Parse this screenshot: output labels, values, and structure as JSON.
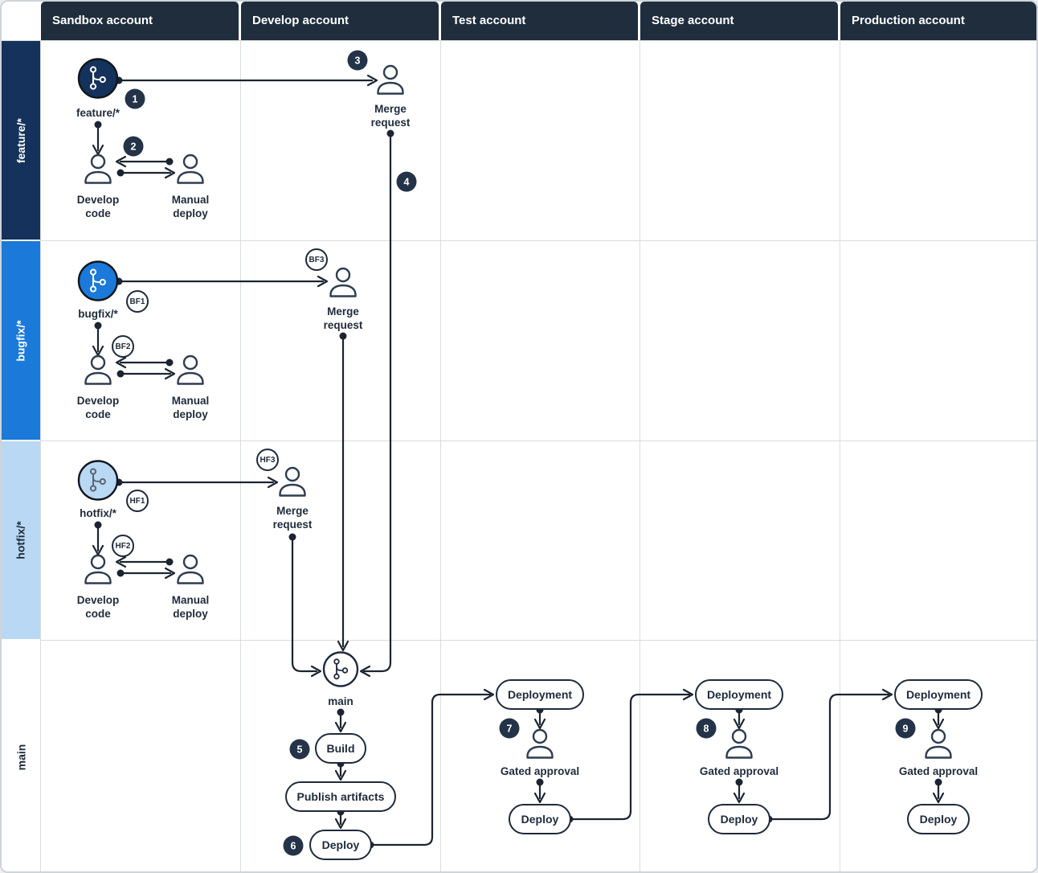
{
  "header": {
    "columns": [
      {
        "label": "Sandbox account"
      },
      {
        "label": "Develop account"
      },
      {
        "label": "Test account"
      },
      {
        "label": "Stage account"
      },
      {
        "label": "Production account"
      }
    ]
  },
  "sidebar": {
    "lanes": [
      {
        "label": "feature/*"
      },
      {
        "label": "bugfix/*"
      },
      {
        "label": "hotfix/*"
      },
      {
        "label": "main"
      }
    ]
  },
  "feature": {
    "branch_label": "feature/*",
    "merge_request": "Merge request",
    "develop_code": "Develop code",
    "manual_deploy": "Manual deploy",
    "badges": {
      "b1": "1",
      "b2": "2",
      "b3": "3",
      "b4": "4"
    }
  },
  "bugfix": {
    "branch_label": "bugfix/*",
    "merge_request": "Merge request",
    "develop_code": "Develop code",
    "manual_deploy": "Manual deploy",
    "badges": {
      "b1": "BF1",
      "b2": "BF2",
      "b3": "BF3"
    }
  },
  "hotfix": {
    "branch_label": "hotfix/*",
    "merge_request": "Merge request",
    "develop_code": "Develop code",
    "manual_deploy": "Manual deploy",
    "badges": {
      "b1": "HF1",
      "b2": "HF2",
      "b3": "HF3"
    }
  },
  "main": {
    "branch_label": "main",
    "build": "Build",
    "publish_artifacts": "Publish artifacts",
    "deploy": "Deploy",
    "badges": {
      "b5": "5",
      "b6": "6"
    },
    "test": {
      "deployment": "Deployment",
      "badge": "7",
      "gated_approval": "Gated approval",
      "deploy": "Deploy"
    },
    "stage": {
      "deployment": "Deployment",
      "badge": "8",
      "gated_approval": "Gated approval",
      "deploy": "Deploy"
    },
    "production": {
      "deployment": "Deployment",
      "badge": "9",
      "gated_approval": "Gated approval",
      "deploy": "Deploy"
    }
  },
  "colors": {
    "header_bg": "#1f2d3d",
    "feature_lane_bg": "#14325b",
    "bugfix_lane_bg": "#1b79d9",
    "hotfix_lane_bg": "#b8d8f4",
    "badge_bg": "#243348",
    "ink": "#1f2b3a",
    "line": "#1b2430",
    "grid": "#d8dcdf"
  }
}
